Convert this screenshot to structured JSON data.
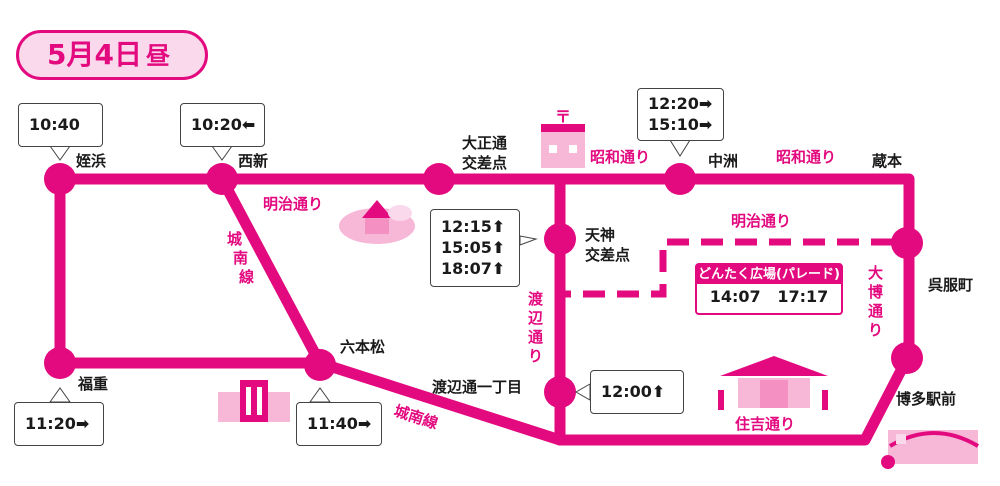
{
  "title": {
    "date": "5月4日",
    "period": "昼"
  },
  "stations": {
    "meinohama": "姪浜",
    "nishijin": "西新",
    "taisho": [
      "大正通",
      "交差点"
    ],
    "nakasu": "中洲",
    "kuramoto": "蔵本",
    "tenjin": [
      "天神",
      "交差点"
    ],
    "gofukumachi": "呉服町",
    "fukushige": "福重",
    "ropponmatsu": "六本松",
    "watanabe": "渡辺通一丁目",
    "hakata": "博多駅前"
  },
  "roads": {
    "showa_1": "昭和通り",
    "showa_2": "昭和通り",
    "meiji_1": "明治通り",
    "meiji_2": "明治通り",
    "jonan_1": [
      "城",
      "南",
      "線"
    ],
    "jonan_2": "城南線",
    "watanabe_dori": [
      "渡",
      "辺",
      "通",
      "り"
    ],
    "daihaku": [
      "大",
      "博",
      "通",
      "り"
    ],
    "sumiyoshi": "住吉通り"
  },
  "times": {
    "meinohama": "10:40",
    "nishijin": "10:20⬅",
    "nakasu_1": "12:20➡",
    "nakasu_2": "15:10➡",
    "tenjin_1": "12:15⬆",
    "tenjin_2": "15:05⬆",
    "tenjin_3": "18:07⬆",
    "fukushige": "11:20➡",
    "ropponmatsu": "11:40➡",
    "watanabe": "12:00⬆"
  },
  "parade": {
    "label": "どんたく広場(パレード)",
    "time_1": "14:07",
    "time_2": "17:17"
  },
  "colors": {
    "route": "#e3097f",
    "title_bg": "#fbd9ec"
  }
}
